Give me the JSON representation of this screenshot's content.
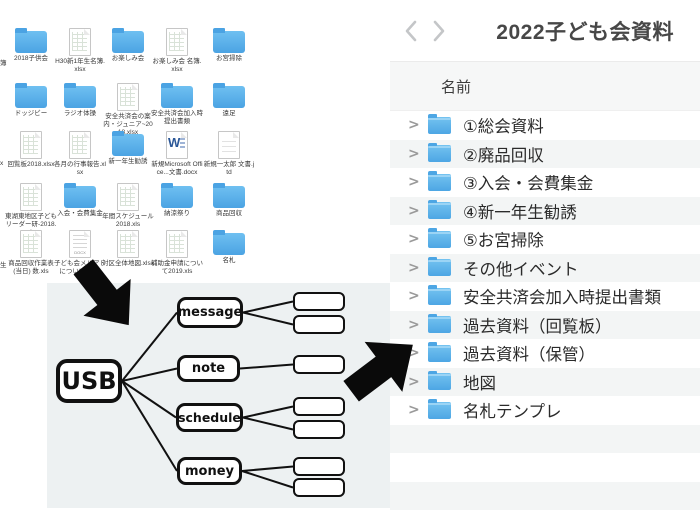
{
  "file_grid": {
    "rows": [
      {
        "items": [
          {
            "type": "folder",
            "label": "2018子供会"
          },
          {
            "type": "excel",
            "label": "H30新1年生名簿.xlsx"
          },
          {
            "type": "folder",
            "label": "お楽しみ会"
          },
          {
            "type": "excel",
            "label": "お楽しみ会 名簿.xlsx"
          },
          {
            "type": "folder",
            "label": "お宮掃除"
          }
        ]
      },
      {
        "items": [
          {
            "type": "folder",
            "label": "ドッジビー"
          },
          {
            "type": "folder",
            "label": "ラジオ体操"
          },
          {
            "type": "excel",
            "label": "安全共済会の案内・ジュニア~2018.xlsx"
          },
          {
            "type": "folder",
            "label": "安全共済会加入時提出書類"
          },
          {
            "type": "folder",
            "label": "遠足"
          }
        ]
      },
      {
        "items": [
          {
            "type": "excel",
            "label": "回覧板2018.xlsx"
          },
          {
            "type": "excel",
            "label": "各月の行事報告.xlsx"
          },
          {
            "type": "folder",
            "label": "新一年生勧誘"
          },
          {
            "type": "word",
            "label": "新規Microsoft Office...文書.docx"
          },
          {
            "type": "file",
            "label": "新規一太郎 文書.jtd"
          }
        ]
      },
      {
        "items": [
          {
            "type": "excel",
            "label": "東湖東地区子どもリーダー研-2018.xls"
          },
          {
            "type": "folder",
            "label": "入会・会費集金"
          },
          {
            "type": "excel",
            "label": "年間スケジュール2018.xls"
          },
          {
            "type": "folder",
            "label": "納涼祭り"
          },
          {
            "type": "folder",
            "label": "商品回収"
          }
        ]
      },
      {
        "items": [
          {
            "type": "excel",
            "label": "商品回収作業表(当日) 数.xls"
          },
          {
            "type": "docx",
            "label": "子ども会メルアドについて.docx"
          },
          {
            "type": "excel",
            "label": "対区全体地図.xlsx"
          },
          {
            "type": "excel",
            "label": "補助金申請について2019.xls"
          },
          {
            "type": "folder",
            "label": "名札"
          }
        ]
      }
    ],
    "clipped_fragments": [
      {
        "row": 0,
        "text": "簿"
      },
      {
        "row": 2,
        "text": "x"
      },
      {
        "row": 4,
        "text": "生"
      }
    ]
  },
  "diagram": {
    "root_label": "USB",
    "branches": [
      {
        "label": "message",
        "children": 2
      },
      {
        "label": "note",
        "children": 1
      },
      {
        "label": "schedule",
        "children": 2
      },
      {
        "label": "money",
        "children": 2
      }
    ]
  },
  "file_browser": {
    "title": "2022子ども会資料",
    "column_header": "名前",
    "items": [
      "①総会資料",
      "②廃品回収",
      "③入会・会費集金",
      "④新一年生勧誘",
      "⑤お宮掃除",
      "その他イベント",
      "安全共済会加入時提出書類",
      "過去資料（回覧板）",
      "過去資料（保管）",
      "地図",
      "名札テンプレ"
    ],
    "disclosure_glyph": ">"
  },
  "colors": {
    "folder_blue": "#55ace8",
    "stripe_gray": "#f3f5f5",
    "diagram_bg": "#edf1f2",
    "word_blue": "#2b5797",
    "arrow_black": "#0a0a0a"
  }
}
